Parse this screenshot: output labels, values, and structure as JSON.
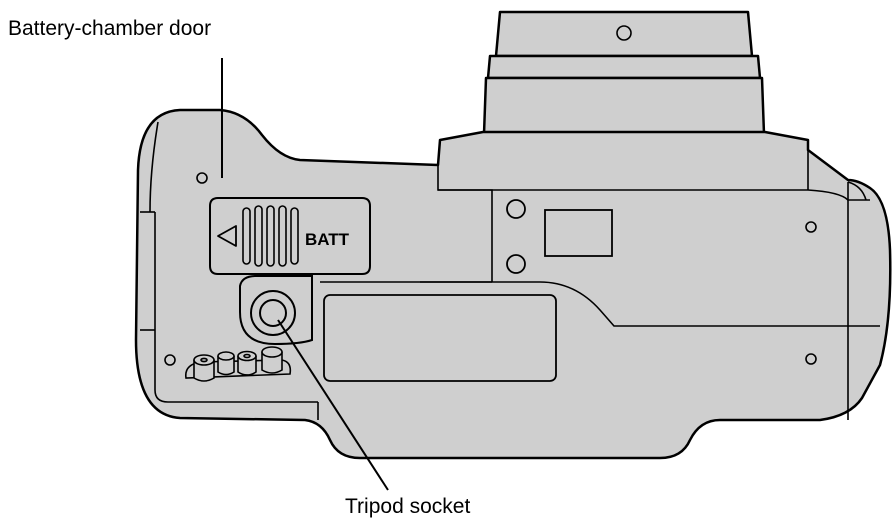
{
  "labels": {
    "battery_chamber_door": "Battery-chamber door",
    "tripod_socket": "Tripod socket",
    "batt_marking": "BATT"
  },
  "colors": {
    "body_fill": "#cfcfcf",
    "outline": "#000000",
    "background": "#ffffff"
  },
  "icons": {
    "door_arrow": "left-triangle-icon"
  }
}
